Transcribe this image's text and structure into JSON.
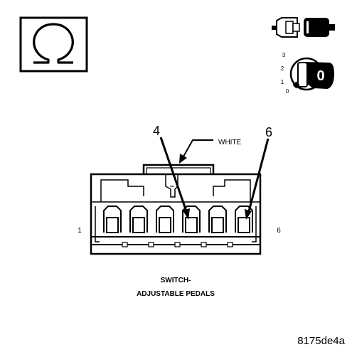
{
  "meter_symbol": {
    "icon": "ohm-icon",
    "glyph": "Ω"
  },
  "key_icon": {
    "icon": "ignition-key-icon",
    "positions": [
      "3",
      "2",
      "1",
      "0"
    ],
    "key_label": "0"
  },
  "connector": {
    "callouts": {
      "left_pin": "4",
      "right_pin": "6",
      "wire_color": "WHITE"
    },
    "end_labels": {
      "left": "1",
      "right": "6"
    },
    "cavity_count": 6,
    "caption_line1": "SWITCH-",
    "caption_line2": "ADJUSTABLE PEDALS"
  },
  "figure_id": "8175de4a"
}
